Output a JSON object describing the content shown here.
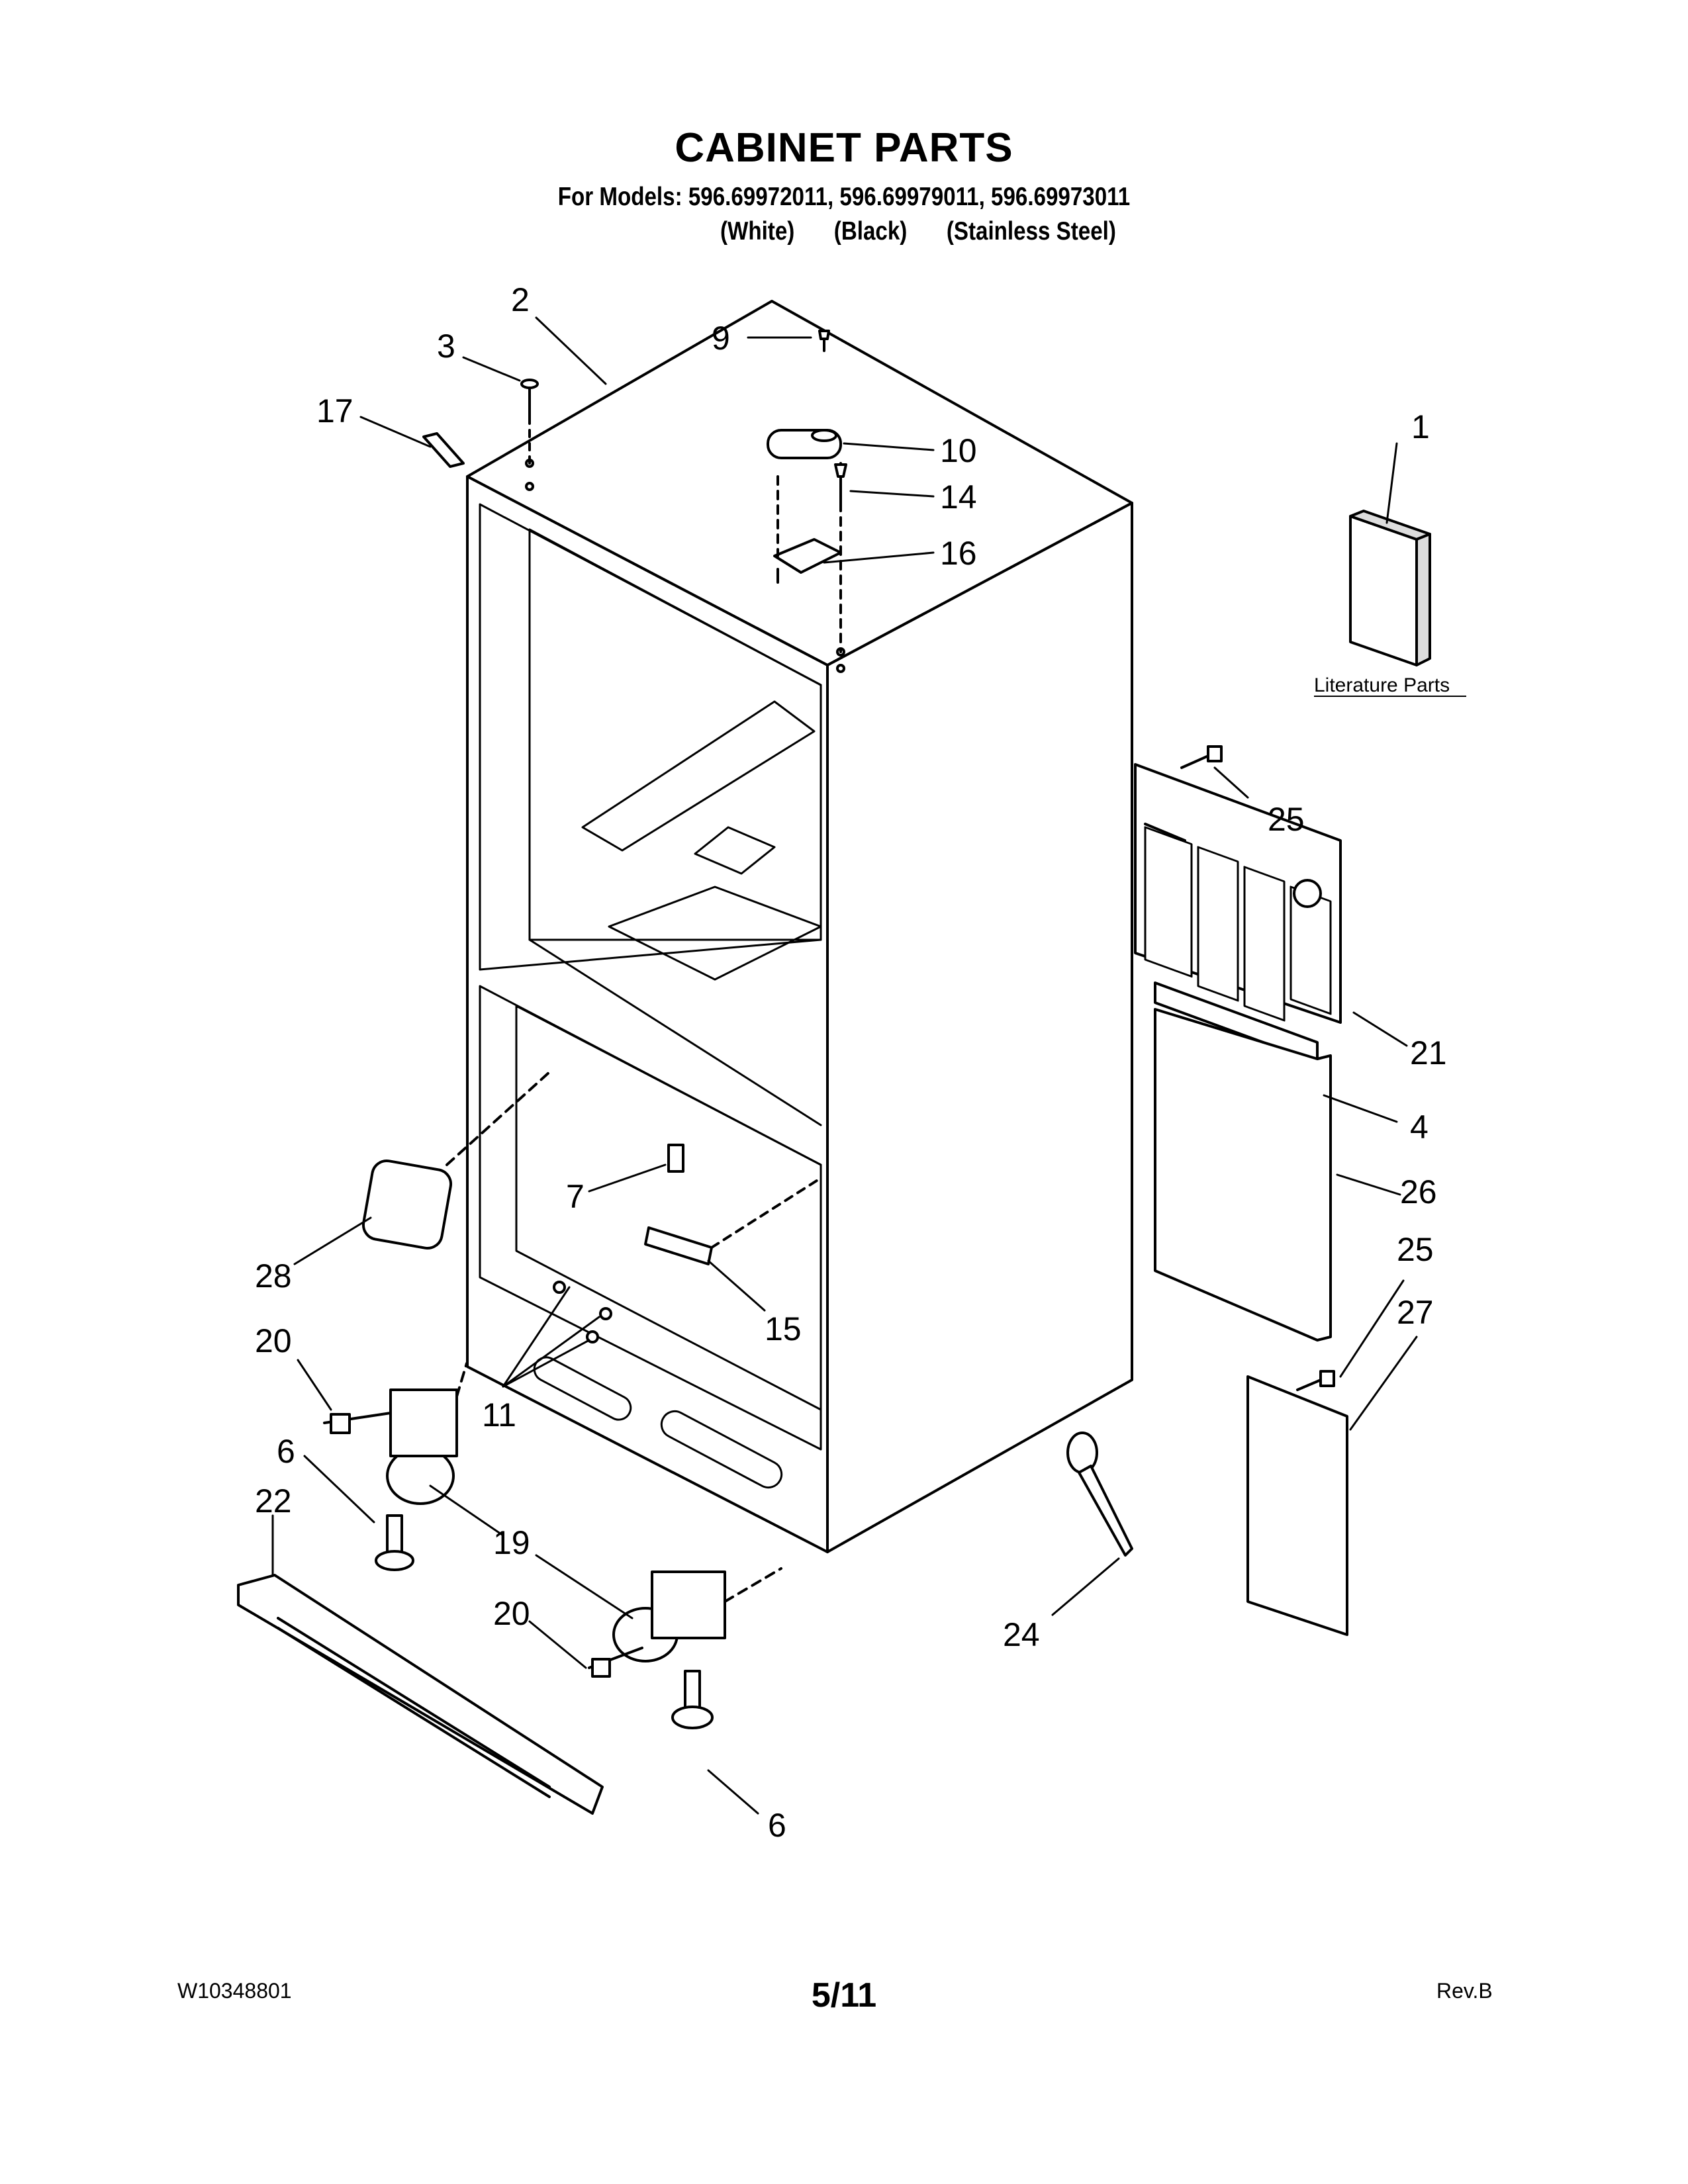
{
  "header": {
    "title": "CABINET PARTS",
    "models": "For Models: 596.69972011, 596.69979011, 596.69973011",
    "variants": [
      "(White)",
      "(Black)",
      "(Stainless Steel)"
    ]
  },
  "literature_label": "Literature Parts",
  "callouts": {
    "c1": "1",
    "c2": "2",
    "c3": "3",
    "c4": "4",
    "c6a": "6",
    "c6b": "6",
    "c7": "7",
    "c9": "9",
    "c10": "10",
    "c11": "11",
    "c14": "14",
    "c15": "15",
    "c16": "16",
    "c17": "17",
    "c19": "19",
    "c20a": "20",
    "c20b": "20",
    "c21": "21",
    "c22": "22",
    "c24": "24",
    "c25a": "25",
    "c25b": "25",
    "c26": "26",
    "c27": "27",
    "c28": "28"
  },
  "footer": {
    "doc_number": "W10348801",
    "page": "5/11",
    "revision": "Rev.B"
  },
  "colors": {
    "line": "#000000",
    "background": "#ffffff",
    "shade": "#dddddd"
  }
}
